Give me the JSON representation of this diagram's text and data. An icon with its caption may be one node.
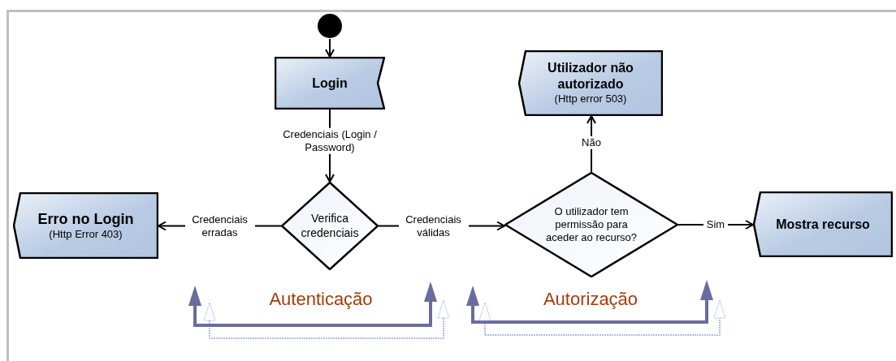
{
  "diagram": {
    "nodes": [
      {
        "text": [],
        "shape": "circle"
      },
      {
        "text": [
          "Login"
        ]
      },
      {
        "text": [
          "Verifica credenciais"
        ]
      },
      {
        "text": [
          "Erro no Login",
          "(Http Error 403)"
        ]
      },
      {
        "text": [
          "O utilizador tem permissão para aceder ao recurso?"
        ]
      },
      {
        "text": [
          "Utilizador não autorizado",
          "(Http error 503)"
        ]
      },
      {
        "text": [
          "Mostra recurso"
        ]
      }
    ],
    "edges": [
      {
        "from": 0,
        "to": 1,
        "arrow": "to"
      },
      {
        "from": 1,
        "to": 2,
        "arrow": "to",
        "label": "Credenciais (Login / Password)"
      },
      {
        "from": 2,
        "to": 3,
        "arrow": "to",
        "label": "Credenciais erradas"
      },
      {
        "from": 2,
        "to": 4,
        "arrow": "to",
        "label": "Credenciais válidas"
      },
      {
        "from": 4,
        "to": 5,
        "arrow": "to",
        "label": "Não"
      },
      {
        "from": 4,
        "to": 6,
        "arrow": "to",
        "label": "Sim"
      }
    ],
    "labels": [
      "Autenticação",
      "Autorização"
    ]
  }
}
